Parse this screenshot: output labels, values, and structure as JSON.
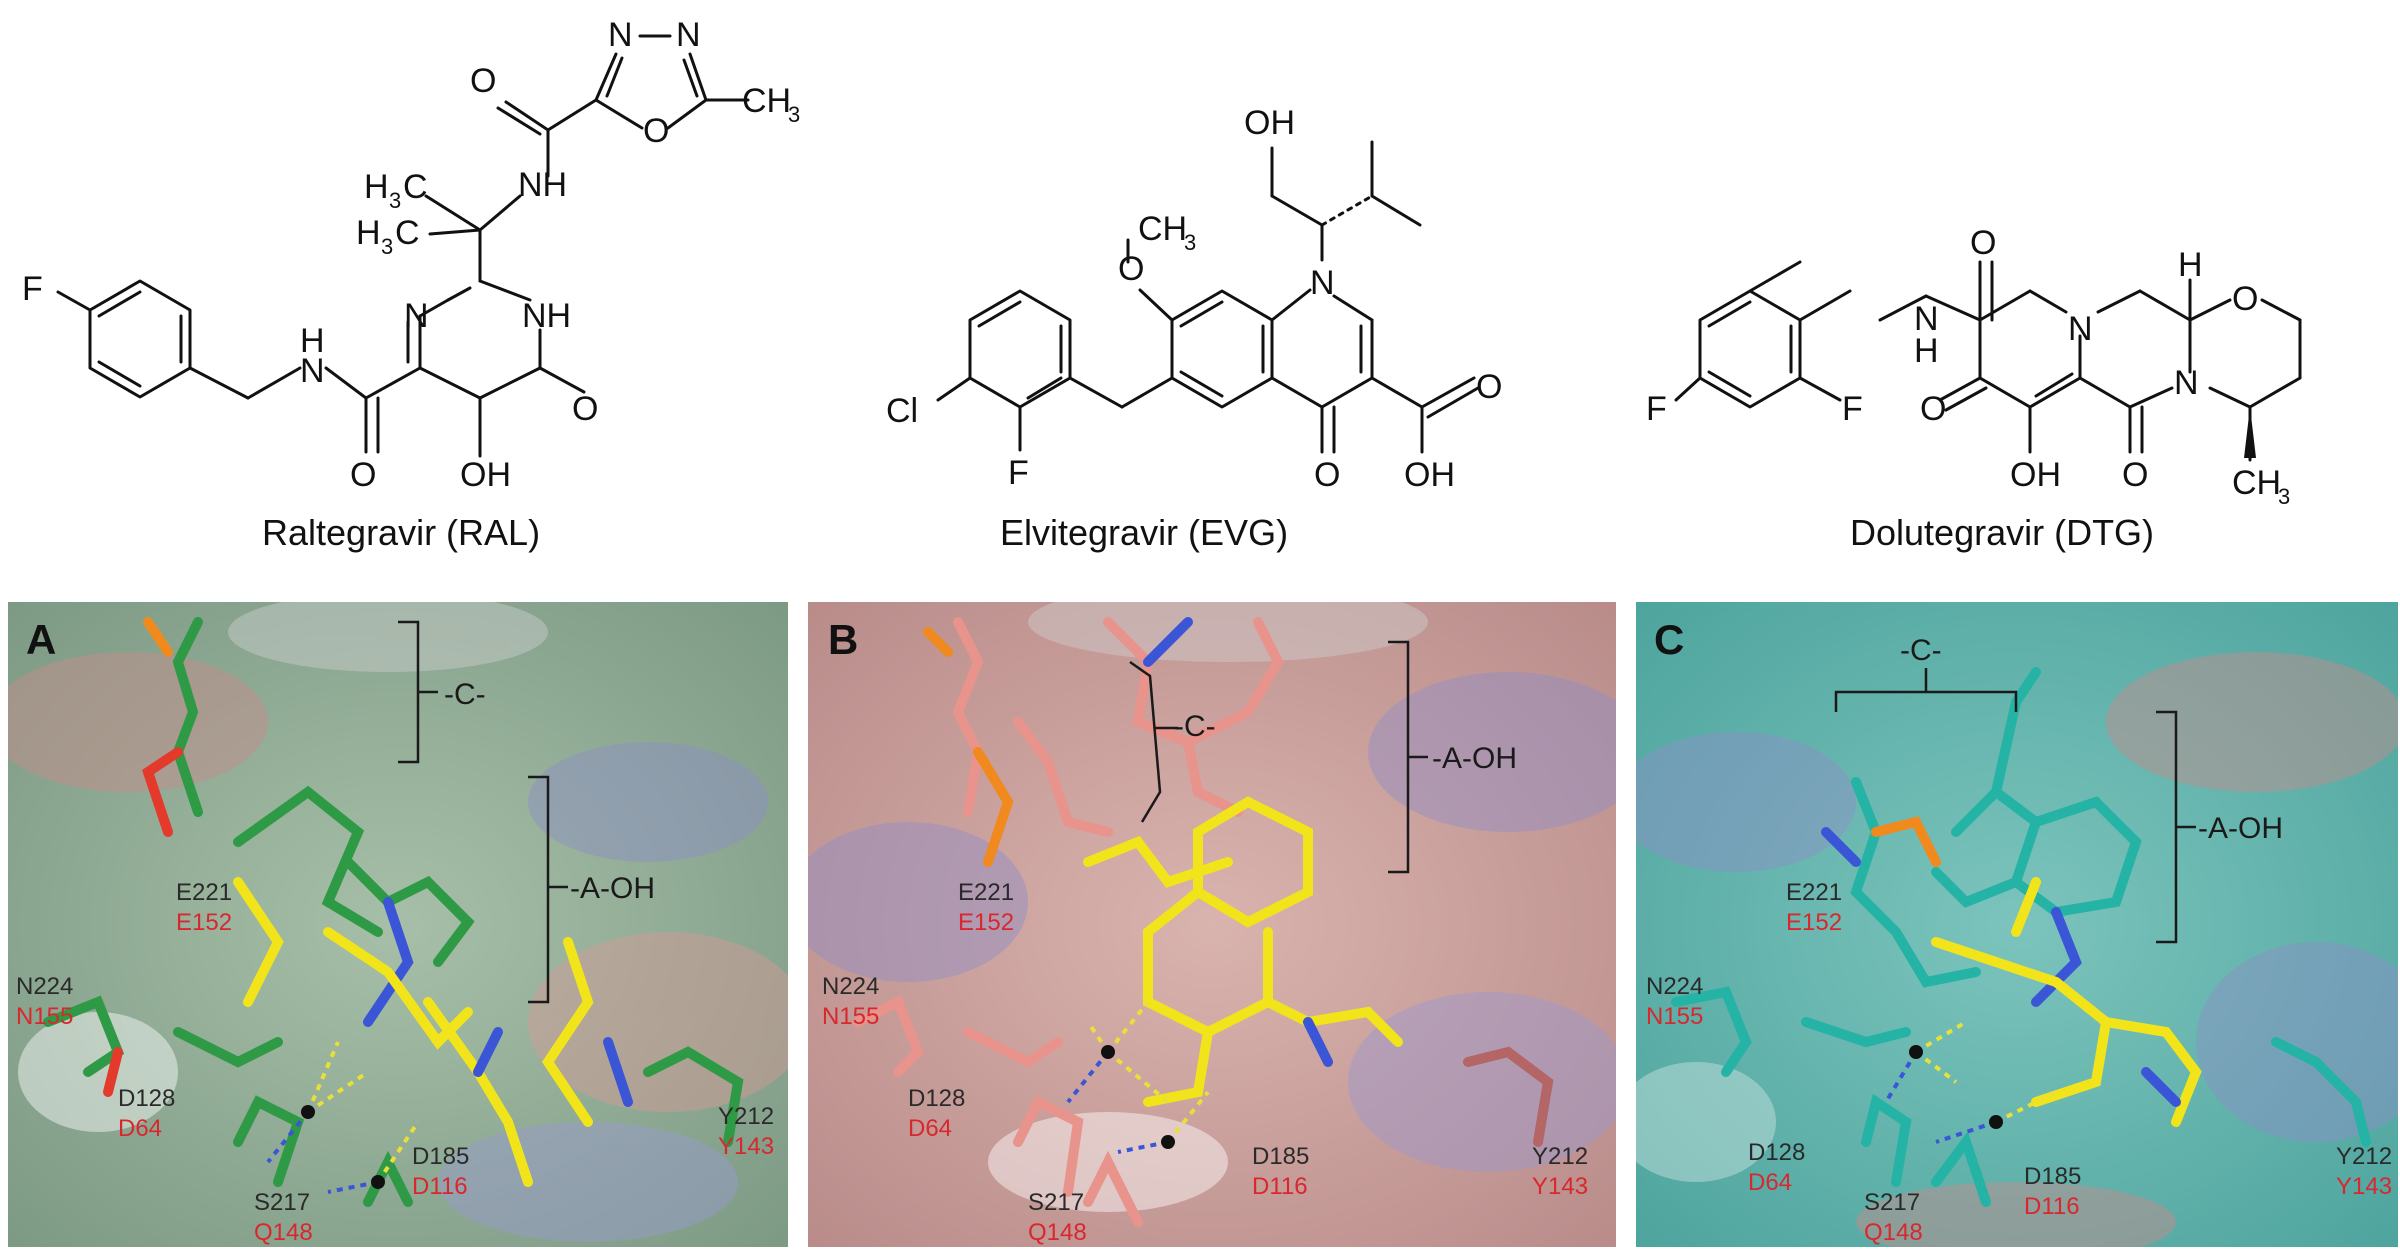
{
  "structures": [
    {
      "name": "Raltegravir (RAL)",
      "atoms": {
        "f": "F",
        "nh_amide": "H",
        "n_amide": "N",
        "o_carbonyl": "O",
        "oh": "OH",
        "o_keto": "O",
        "n_ring": "N",
        "nh_ring": "NH",
        "ch3a": "H",
        "ch3a_sub": "3",
        "ch3a_c": "C",
        "ch3b": "H",
        "ch3b_sub": "3",
        "ch3b_c": "C",
        "nh_side": "NH",
        "o_side": "O",
        "n1": "N",
        "n2": "N",
        "o_ox": "O",
        "ch3": "CH",
        "ch3_sub": "3"
      }
    },
    {
      "name": "Elvitegravir (EVG)",
      "atoms": {
        "oh_top": "OH",
        "o_me": "O",
        "ch3": "CH",
        "ch3_sub": "3",
        "n": "N",
        "cl": "Cl",
        "f": "F",
        "o_keto": "O",
        "o_acid": "O",
        "oh_acid": "OH"
      }
    },
    {
      "name": "Dolutegravir (DTG)",
      "atoms": {
        "o_top": "O",
        "h_stereo": "H",
        "o_ring": "O",
        "n_amide": "N",
        "h_amide": "H",
        "n_ring1": "N",
        "n_ring2": "N",
        "f1": "F",
        "f2": "F",
        "o_keto": "O",
        "oh": "OH",
        "o_keto2": "O",
        "ch3": "CH",
        "ch3_sub": "3"
      }
    }
  ],
  "panels": [
    {
      "label": "A",
      "theme": "green",
      "brackets": {
        "c": "-C-",
        "a": "-A-OH"
      },
      "residues": [
        {
          "black": "E221",
          "red": "E152"
        },
        {
          "black": "N224",
          "red": "N155"
        },
        {
          "black": "D128",
          "red": "D64"
        },
        {
          "black": "S217",
          "red": "Q148"
        },
        {
          "black": "D185",
          "red": "D116"
        },
        {
          "black": "Y212",
          "red": "Y143"
        }
      ]
    },
    {
      "label": "B",
      "theme": "salmon",
      "brackets": {
        "c": "-C-",
        "a": "-A-OH"
      },
      "residues": [
        {
          "black": "E221",
          "red": "E152"
        },
        {
          "black": "N224",
          "red": "N155"
        },
        {
          "black": "D128",
          "red": "D64"
        },
        {
          "black": "S217",
          "red": "Q148"
        },
        {
          "black": "D185",
          "red": "D116"
        },
        {
          "black": "Y212",
          "red": "Y143"
        }
      ]
    },
    {
      "label": "C",
      "theme": "teal",
      "brackets": {
        "c": "-C-",
        "a": "-A-OH"
      },
      "residues": [
        {
          "black": "E221",
          "red": "E152"
        },
        {
          "black": "N224",
          "red": "N155"
        },
        {
          "black": "D128",
          "red": "D64"
        },
        {
          "black": "S217",
          "red": "Q148"
        },
        {
          "black": "D185",
          "red": "D116"
        },
        {
          "black": "Y212",
          "red": "Y143"
        }
      ]
    }
  ],
  "colors": {
    "panel_a_bg": "#8fa892",
    "panel_b_bg": "#c9a39f",
    "panel_c_bg": "#5fb4ad",
    "green_stick": "#2f9a45",
    "salmon_stick": "#e8938c",
    "teal_stick": "#24b3a5",
    "drug_stick": "#f2e41a",
    "nitrogen": "#3a55d6",
    "oxygen": "#e33a2c",
    "phosphorus": "#f08a1e",
    "label_red": "#d8282e"
  }
}
